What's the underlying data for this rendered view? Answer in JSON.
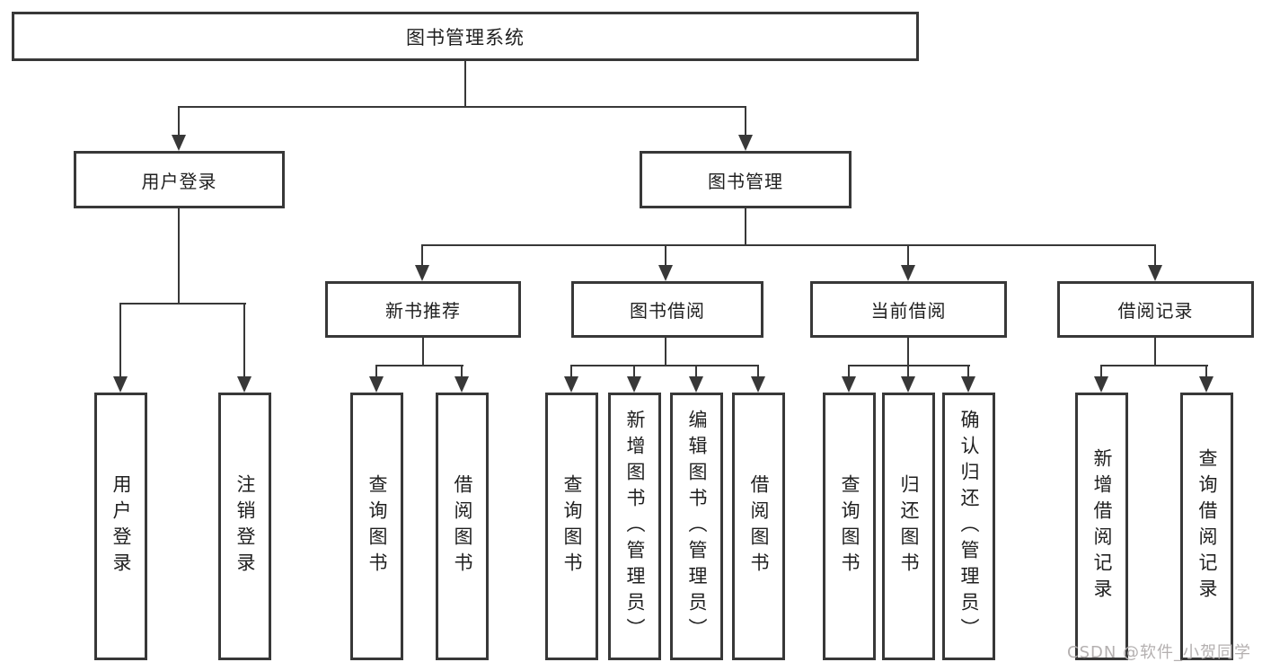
{
  "root": {
    "label": "图书管理系统"
  },
  "level2": [
    {
      "id": "user-login",
      "label": "用户登录"
    },
    {
      "id": "book-management",
      "label": "图书管理"
    }
  ],
  "level3": [
    {
      "id": "new-book-recommend",
      "label": "新书推荐",
      "parent": "图书管理"
    },
    {
      "id": "book-borrow",
      "label": "图书借阅",
      "parent": "图书管理"
    },
    {
      "id": "current-borrow",
      "label": "当前借阅",
      "parent": "图书管理"
    },
    {
      "id": "borrow-records",
      "label": "借阅记录",
      "parent": "图书管理"
    }
  ],
  "level4": [
    {
      "id": "user-login-leaf",
      "label": "用户登录",
      "parent": "用户登录"
    },
    {
      "id": "logout",
      "label": "注销登录",
      "parent": "用户登录"
    },
    {
      "id": "query-books-recommend",
      "label": "查询图书",
      "parent": "新书推荐"
    },
    {
      "id": "borrow-books-recommend",
      "label": "借阅图书",
      "parent": "新书推荐"
    },
    {
      "id": "query-books-borrow",
      "label": "查询图书",
      "parent": "图书借阅"
    },
    {
      "id": "add-books-admin",
      "label": "新增图书（管理员）",
      "parent": "图书借阅"
    },
    {
      "id": "edit-books-admin",
      "label": "编辑图书（管理员）",
      "parent": "图书借阅"
    },
    {
      "id": "borrow-books",
      "label": "借阅图书",
      "parent": "图书借阅"
    },
    {
      "id": "query-books-current",
      "label": "查询图书",
      "parent": "当前借阅"
    },
    {
      "id": "return-books",
      "label": "归还图书",
      "parent": "当前借阅"
    },
    {
      "id": "confirm-return-admin",
      "label": "确认归还（管理员）",
      "parent": "当前借阅"
    },
    {
      "id": "add-borrow-record",
      "label": "新增借阅记录",
      "parent": "借阅记录"
    },
    {
      "id": "query-borrow-record",
      "label": "查询借阅记录",
      "parent": "借阅记录"
    }
  ],
  "watermark": {
    "label": "CSDN @软件_小贺同学"
  },
  "colors": {
    "line": "#383838",
    "text": "#1f1f1f",
    "background": "#ffffff",
    "watermark": "#b4b0b0"
  }
}
